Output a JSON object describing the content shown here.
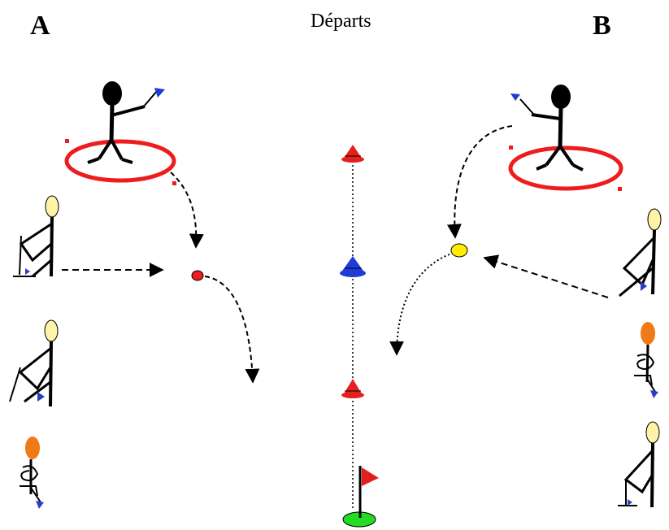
{
  "header": {
    "team_a": "A",
    "title": "Départs",
    "team_b": "B"
  },
  "colors": {
    "circle": "#ee1c1c",
    "ball_a": "#ee1c1c",
    "ball_b": "#ffee00",
    "cone_red": "#e4201e",
    "cone_blue": "#1f3bd6",
    "green": "#22dd22",
    "flag": "#e21e1e",
    "head_light": "#fff3a8",
    "head_orange": "#f07a18",
    "stick": "#2a3fbf"
  },
  "icons": [
    "stick-figure-icon",
    "cone-icon",
    "flag-icon",
    "ball-icon",
    "arrow-icon"
  ]
}
